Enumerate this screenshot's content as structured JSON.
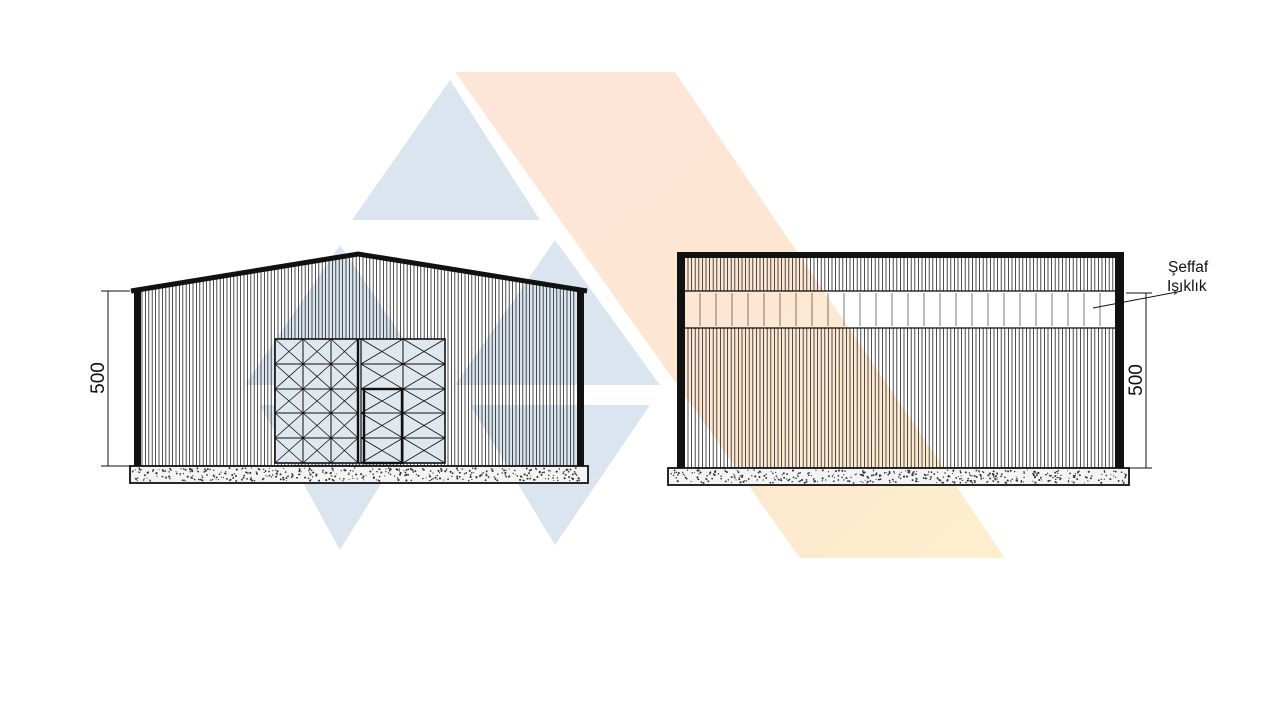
{
  "drawing": {
    "front_elevation": {
      "height_dimension": "500"
    },
    "side_elevation": {
      "height_dimension": "500",
      "annotation_line1": "Şeffaf",
      "annotation_line2": "Işıklık"
    }
  },
  "colors": {
    "line": "#111111",
    "watermark_blue": "#dbe6f1",
    "watermark_orange": "#fde3d2",
    "watermark_yellow": "#fdecc6",
    "door_fill": "#dfe7ef",
    "foundation": "#f4f4f4"
  }
}
